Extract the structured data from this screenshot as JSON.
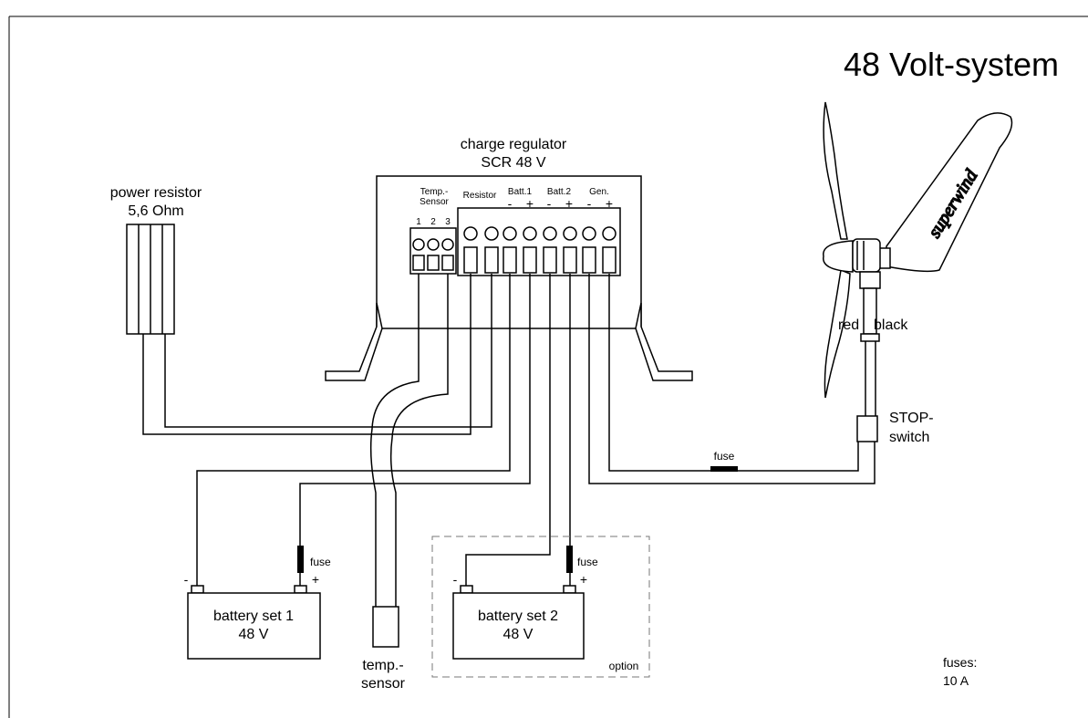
{
  "title": "48 Volt-system",
  "regulator": {
    "name_line1": "charge regulator",
    "name_line2": "SCR 48 V",
    "terminal_groups": {
      "temp_line1": "Temp.-",
      "temp_line2": "Sensor",
      "temp_numbers": [
        "1",
        "2",
        "3"
      ],
      "resistor": "Resistor",
      "batt1": "Batt.1",
      "batt2": "Batt.2",
      "gen": "Gen."
    },
    "polarity": {
      "minus": "-",
      "plus": "+"
    }
  },
  "power_resistor": {
    "line1": "power resistor",
    "line2": "5,6 Ohm"
  },
  "turbine": {
    "brand": "superwind",
    "wire_red": "red",
    "wire_black": "black"
  },
  "stop_switch": {
    "line1": "STOP-",
    "line2": "switch"
  },
  "fuse_label": "fuse",
  "battery1": {
    "line1": "battery set 1",
    "line2": "48 V",
    "minus": "-",
    "plus": "+"
  },
  "battery2": {
    "line1": "battery set 2",
    "line2": "48 V",
    "minus": "-",
    "plus": "+"
  },
  "option_label": "option",
  "temp_sensor": {
    "line1": "temp.-",
    "line2": "sensor"
  },
  "fuses_note": {
    "line1": "fuses:",
    "line2": "10 A"
  }
}
